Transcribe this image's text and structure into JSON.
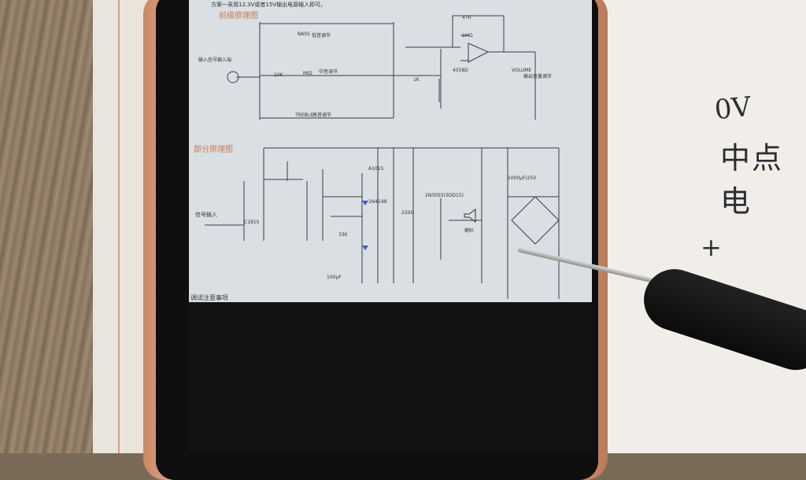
{
  "screen": {
    "header_text": "方案一采用12.3V或者15V输出电源输入即可。",
    "section_titles": [
      "前级原理图",
      "部分原理图"
    ],
    "bottom_text": "调试注意事项",
    "tone_labels": [
      "低音调节",
      "中音调节",
      "高音调节",
      "输入信号输入端",
      "输出音量调节",
      "信号输入",
      "喇叭"
    ],
    "component_labels": [
      "BASS",
      "MID",
      "TREBLE",
      "10K",
      "4558D",
      "1K",
      "470",
      "1MΩ",
      "VOLUME",
      "C1815",
      "A1015",
      "2N3055(3DD15)",
      "1N4148",
      "220Ω",
      "33K",
      "100μF",
      "1000μF/25V"
    ]
  },
  "handwriting": {
    "line1": "0V",
    "line2": "中点电",
    "plus": "+"
  }
}
